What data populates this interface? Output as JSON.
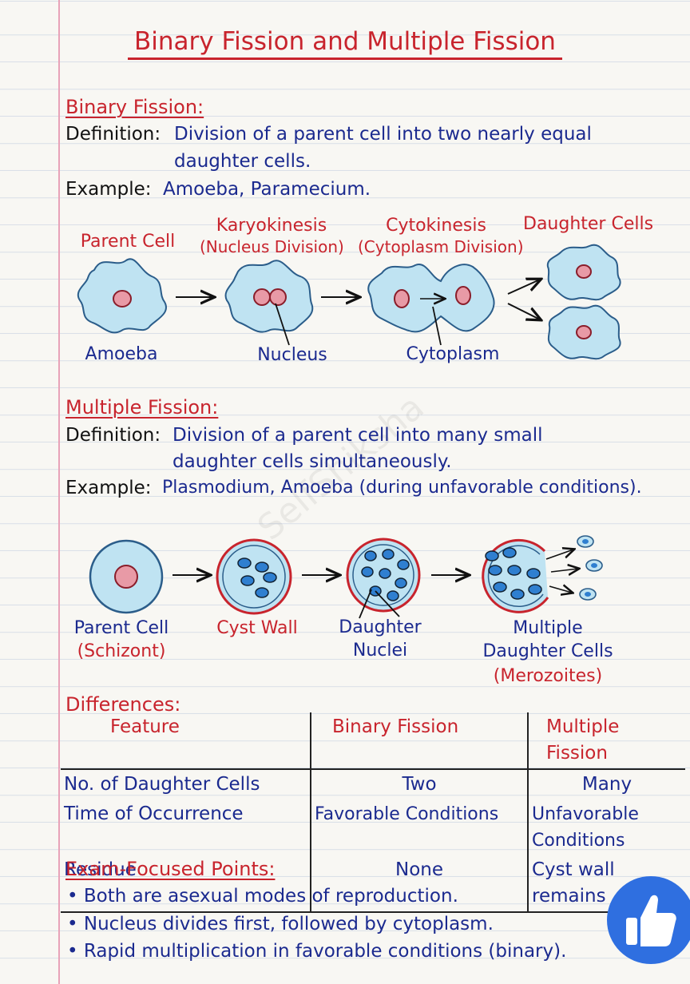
{
  "title": "Binary Fission and Multiple Fission",
  "binary": {
    "heading": "Binary Fission:",
    "def_label": "Definition:",
    "def_line1": "Division of a parent cell into two nearly equal",
    "def_line2": "daughter cells.",
    "ex_label": "Example:",
    "ex_text": "Amoeba, Paramecium.",
    "diagram": {
      "parent_cell": "Parent Cell",
      "karyo_line1": "Karyokinesis",
      "karyo_line2": "(Nucleus Division)",
      "cyto_line1": "Cytokinesis",
      "cyto_line2": "(Cytoplasm Division)",
      "daughter_cells": "Daughter Cells",
      "amoeba": "Amoeba",
      "nucleus": "Nucleus",
      "cytoplasm": "Cytoplasm"
    }
  },
  "multiple": {
    "heading": "Multiple Fission:",
    "def_label": "Definition:",
    "def_line1": "Division of a parent cell into many small",
    "def_line2": "daughter cells simultaneously.",
    "ex_label": "Example:",
    "ex_text": "Plasmodium, Amoeba (during unfavorable conditions).",
    "diagram": {
      "parent_line1": "Parent Cell",
      "parent_line2": "(Schizont)",
      "cyst_wall": "Cyst Wall",
      "daughter_line1": "Daughter",
      "daughter_line2": "Nuclei",
      "multiple_line1": "Multiple",
      "multiple_line2": "Daughter Cells",
      "multiple_line3": "(Merozoites)"
    }
  },
  "differences": {
    "heading": "Differences:",
    "columns": [
      "Feature",
      "Binary Fission",
      "Multiple Fission"
    ],
    "rows": [
      [
        "No. of Daughter Cells",
        "Two",
        "Many"
      ],
      [
        "Time of Occurrence",
        "Favorable Conditions",
        "Unfavorable Conditions"
      ],
      [
        "Residue",
        "None",
        "Cyst wall remains"
      ]
    ]
  },
  "exam": {
    "heading": "Exam-Focused Points:",
    "points": [
      "Both are asexual modes of reproduction.",
      "Nucleus divides first, followed by cytoplasm.",
      "Rapid multiplication in favorable conditions (binary)."
    ]
  },
  "watermark": "SelfShiksha",
  "colors": {
    "heading_red": "#c8242d",
    "text_blue": "#1b2a8f",
    "cell_fill": "#bfe3f2",
    "nucleus_fill": "#e89aa6",
    "like_blue": "#2f6fe0"
  },
  "icons": {
    "like": "thumbs-up-icon"
  }
}
